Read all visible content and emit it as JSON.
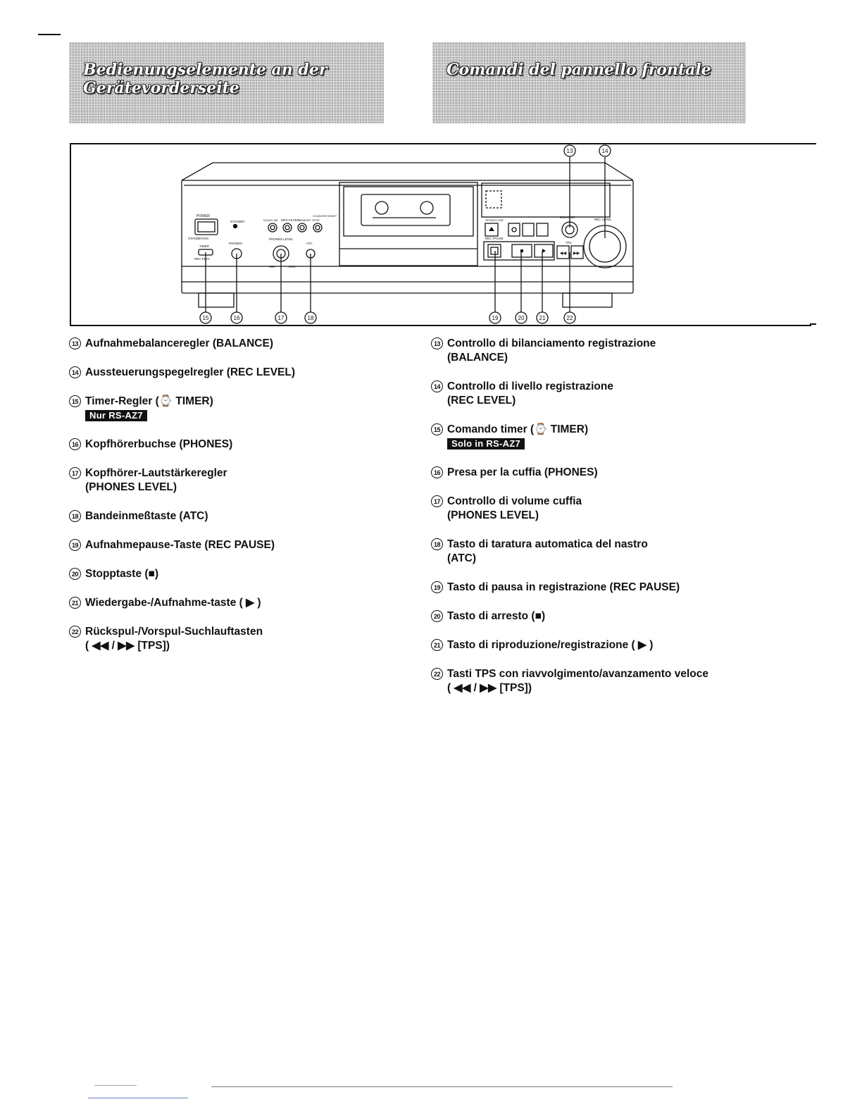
{
  "banners": {
    "de_line1": "Bedienungselemente an der",
    "de_line2": "Gerätevorderseite",
    "it_line1": "Comandi del pannello frontale"
  },
  "diagram": {
    "panel_labels": {
      "power": "POWER",
      "standby_on": "STANDBY/ON",
      "standby": "STANDBY",
      "timer": "TIMER",
      "rec_play": "REC  PLAY",
      "dolby": "DOLBY NR",
      "mpx": "MPX FILTER",
      "memory": "MEMORY STOP",
      "counter": "COUNTER RESET",
      "phones": "PHONES",
      "phones_level": "PHONES LEVEL",
      "atc": "ATC",
      "min": "MIN",
      "max": "MAX",
      "open_close": "OPEN/CLOSE",
      "balance": "BALANCE",
      "rec_level": "REC LEVEL",
      "rec_pause": "REC PAUSE",
      "tps": "TPS"
    },
    "callouts": [
      "13",
      "14",
      "15",
      "16",
      "17",
      "18",
      "19",
      "20",
      "21",
      "22"
    ]
  },
  "german": [
    {
      "num": "13",
      "text": "Aufnahmebalanceregler (BALANCE)"
    },
    {
      "num": "14",
      "text": "Aussteuerungspegelregler (REC LEVEL)"
    },
    {
      "num": "15",
      "text": "Timer-Regler (⌚ TIMER)",
      "badge": "Nur RS-AZ7"
    },
    {
      "num": "16",
      "text": "Kopfhörerbuchse (PHONES)"
    },
    {
      "num": "17",
      "text": "Kopfhörer-Lautstärkeregler",
      "text2": "(PHONES LEVEL)"
    },
    {
      "num": "18",
      "text": "Bandeinmeßtaste (ATC)"
    },
    {
      "num": "19",
      "text": "Aufnahmepause-Taste (REC PAUSE)"
    },
    {
      "num": "20",
      "text": "Stopptaste (■)"
    },
    {
      "num": "21",
      "text": "Wiedergabe-/Aufnahme-taste ( ▶ )"
    },
    {
      "num": "22",
      "text": "Rückspul-/Vorspul-Suchlauftasten",
      "text2": "( ◀◀ / ▶▶ [TPS])"
    }
  ],
  "italian": [
    {
      "num": "13",
      "text": "Controllo di bilanciamento registrazione",
      "text2": "(BALANCE)"
    },
    {
      "num": "14",
      "text": "Controllo di livello registrazione",
      "text2": "(REC LEVEL)"
    },
    {
      "num": "15",
      "text": "Comando timer (⌚ TIMER)",
      "badge": "Solo in RS-AZ7"
    },
    {
      "num": "16",
      "text": "Presa per la cuffia (PHONES)"
    },
    {
      "num": "17",
      "text": "Controllo di volume cuffia",
      "text2": "(PHONES LEVEL)"
    },
    {
      "num": "18",
      "text": "Tasto di taratura automatica del nastro",
      "text2": "(ATC)"
    },
    {
      "num": "19",
      "text": "Tasto di pausa in registrazione (REC PAUSE)"
    },
    {
      "num": "20",
      "text": "Tasto di arresto (■)"
    },
    {
      "num": "21",
      "text": "Tasto di riproduzione/registrazione ( ▶ )"
    },
    {
      "num": "22",
      "text": "Tasti TPS con riavvolgimento/avanzamento veloce",
      "text2": "( ◀◀ / ▶▶ [TPS])"
    }
  ]
}
